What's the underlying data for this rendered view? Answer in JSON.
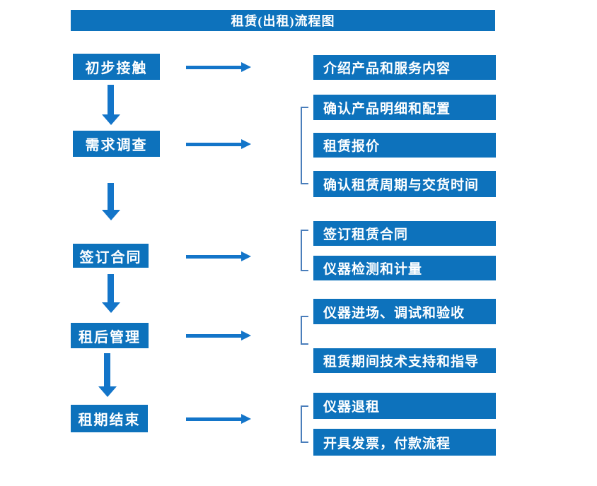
{
  "title": "租赁(出租)流程图",
  "stages": [
    {
      "label": "初步接触",
      "details": [
        "介绍产品和服务内容"
      ]
    },
    {
      "label": "需求调查",
      "details": [
        "确认产品明细和配置",
        "租赁报价",
        "确认租赁周期与交货时间"
      ]
    },
    {
      "label": "签订合同",
      "details": [
        "签订租赁合同",
        "仪器检测和计量"
      ]
    },
    {
      "label": "租后管理",
      "details": [
        "仪器进场、调试和验收",
        "租赁期间技术支持和指导"
      ]
    },
    {
      "label": "租期结束",
      "details": [
        "仪器退租",
        "开具发票，付款流程"
      ]
    }
  ],
  "colors": {
    "box_blue": "#0d72bc",
    "arrow_blue": "#1375c9",
    "bracket_blue": "#4a7ebb",
    "text_white": "#ffffff"
  }
}
